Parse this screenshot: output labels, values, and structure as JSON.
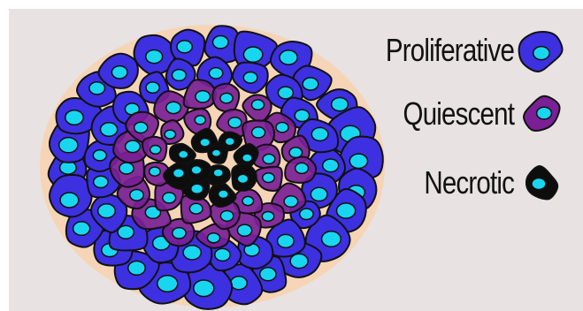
{
  "diagram": {
    "background_color": "#e8e2e2",
    "halo_color": "#f5d5b5",
    "legend": [
      {
        "label": "Proliferative",
        "cell_color": "#3d30e0",
        "nucleus_color": "#19d6f0",
        "outline_color": "#111111"
      },
      {
        "label": "Quiescent",
        "cell_color": "#7a1f96",
        "nucleus_color": "#19d6f0",
        "outline_color": "#111111"
      },
      {
        "label": "Necrotic",
        "cell_color": "#0d0d0d",
        "nucleus_color": "#19d6f0",
        "outline_color": "#111111"
      }
    ],
    "zones": [
      {
        "name": "Proliferative",
        "position": "outer ring"
      },
      {
        "name": "Quiescent",
        "position": "middle ring"
      },
      {
        "name": "Necrotic",
        "position": "core"
      }
    ]
  }
}
